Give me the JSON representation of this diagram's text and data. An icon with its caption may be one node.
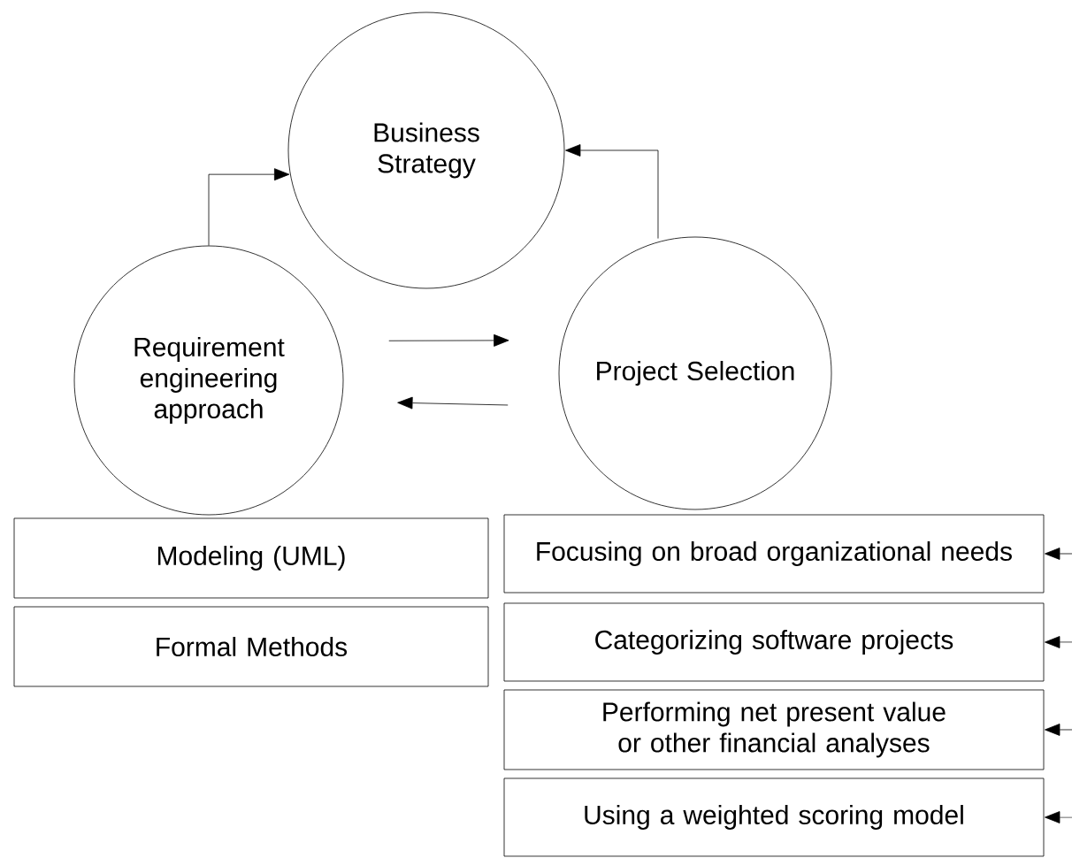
{
  "diagram": {
    "nodes": [
      {
        "text": [
          "Business Strategy"
        ]
      },
      {
        "text": [
          "Requirement engineering approach"
        ]
      },
      {
        "text": [
          "Project Selection"
        ]
      },
      {
        "text": [
          "Modeling (UML)"
        ]
      },
      {
        "text": [
          "Formal Methods"
        ]
      },
      {
        "text": [
          "Focusing on broad organizational needs"
        ]
      },
      {
        "text": [
          "Categorizing software projects"
        ]
      },
      {
        "text": [
          "Performing net present value or other financial analyses"
        ]
      },
      {
        "text": [
          "Using a weighted scoring model"
        ]
      }
    ],
    "edges": [
      {
        "from": 1,
        "to": 0,
        "arrow": "to"
      },
      {
        "from": 2,
        "to": 0,
        "arrow": "to"
      },
      {
        "from": 1,
        "to": 2,
        "arrow": "to"
      },
      {
        "from": 2,
        "to": 1,
        "arrow": "to"
      },
      {
        "from": null,
        "to": 5,
        "arrow": "to"
      },
      {
        "from": null,
        "to": 6,
        "arrow": "to"
      },
      {
        "from": null,
        "to": 7,
        "arrow": "to"
      },
      {
        "from": null,
        "to": 8,
        "arrow": "to"
      }
    ]
  }
}
